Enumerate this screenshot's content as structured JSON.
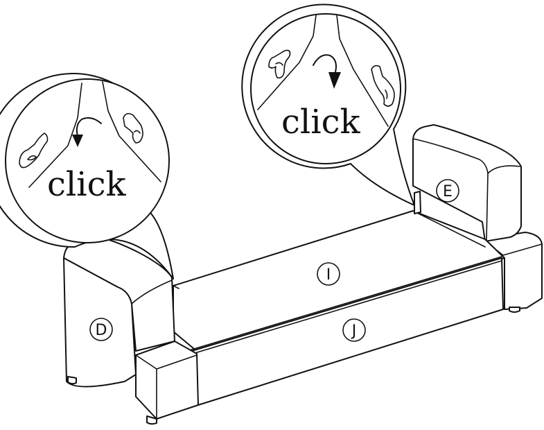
{
  "callouts": {
    "left_text": "click",
    "right_text": "click"
  },
  "parts": {
    "armrest_left": "D",
    "armrest_right": "E",
    "backrest": "I",
    "seat": "J"
  }
}
